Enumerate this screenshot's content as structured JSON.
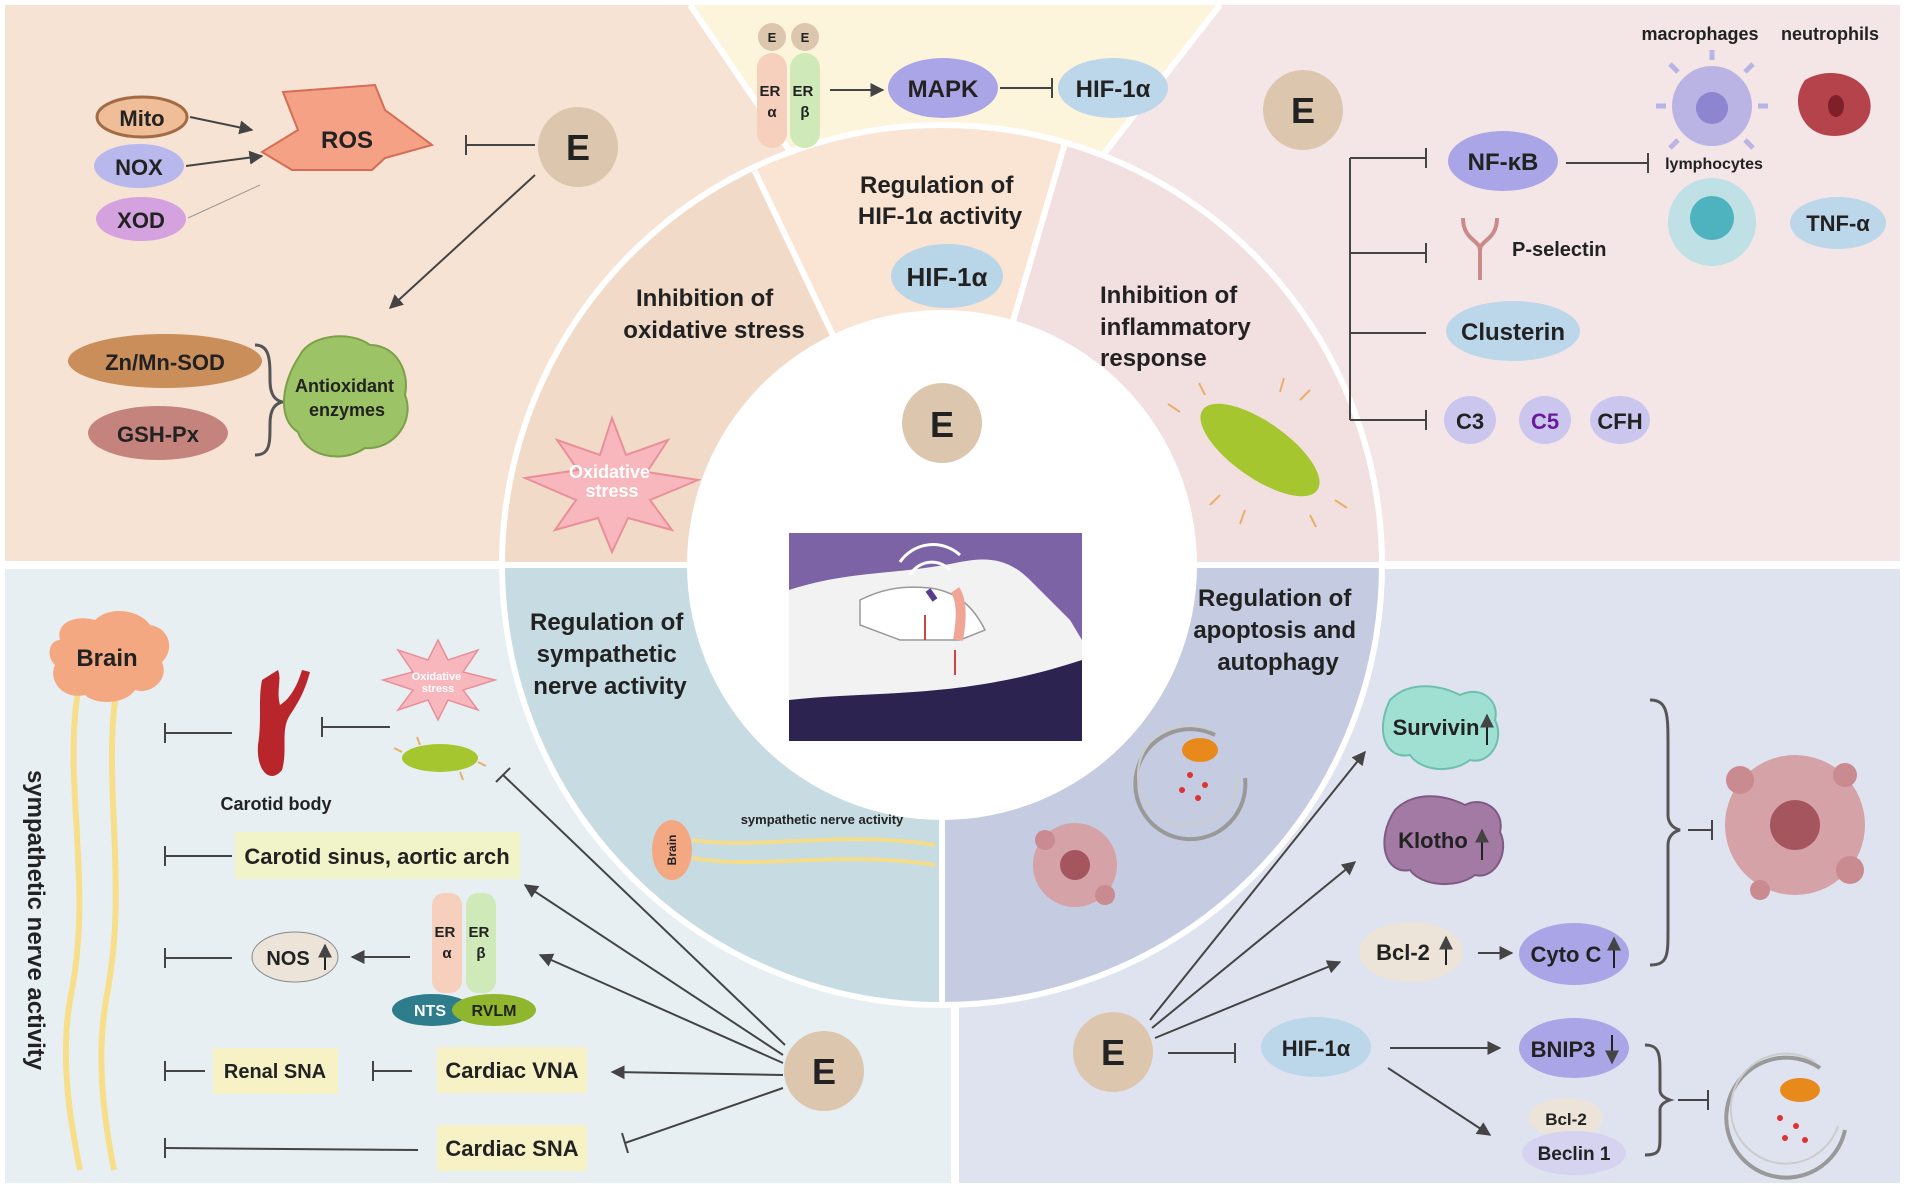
{
  "center": {
    "label": "E"
  },
  "sections": {
    "hif": {
      "title_line1": "Regulation of",
      "title_line2": "HIF-1α activity",
      "center_node": "HIF-1α"
    },
    "oxidative": {
      "title_line1": "Inhibition of",
      "title_line2": "oxidative stress",
      "burst_line1": "Oxidative",
      "burst_line2": "stress"
    },
    "inflammatory": {
      "title_line1": "Inhibition of",
      "title_line2": "inflammatory",
      "title_line3": "response"
    },
    "sympathetic": {
      "title_line1": "Regulation of",
      "title_line2": "sympathetic",
      "title_line3": "nerve activity",
      "brain_label": "Brain",
      "nerve_label": "sympathetic nerve activity"
    },
    "apoptosis": {
      "title_line1": "Regulation of",
      "title_line2": "apoptosis and",
      "title_line3": "autophagy"
    }
  },
  "top_left": {
    "e_label": "E",
    "mito": "Mito",
    "nox": "NOX",
    "xod": "XOD",
    "ros": "ROS",
    "zn_mn_sod": "Zn/Mn-SOD",
    "gsh_px": "GSH-Px",
    "antioxidant_line1": "Antioxidant",
    "antioxidant_line2": "enzymes"
  },
  "top_middle": {
    "e1": "E",
    "e2": "E",
    "er_alpha_line1": "ER",
    "er_alpha_line2": "α",
    "er_beta_line1": "ER",
    "er_beta_line2": "β",
    "mapk": "MAPK",
    "hif": "HIF-1α"
  },
  "top_right": {
    "e_label": "E",
    "macrophages": "macrophages",
    "neutrophils": "neutrophils",
    "lymphocytes": "lymphocytes",
    "nfkb": "NF-κB",
    "p_selectin": "P-selectin",
    "clusterin": "Clusterin",
    "tnf": "TNF-α",
    "c3": "C3",
    "c5": "C5",
    "cfh": "CFH"
  },
  "bottom_left": {
    "vertical_label": "sympathetic nerve activity",
    "brain": "Brain",
    "carotid_body": "Carotid body",
    "burst_line1": "Oxidative",
    "burst_line2": "stress",
    "carotid_sinus": "Carotid sinus, aortic arch",
    "nos": "NOS",
    "er_alpha_line1": "ER",
    "er_alpha_line2": "α",
    "er_beta_line1": "ER",
    "er_beta_line2": "β",
    "nts": "NTS",
    "rvlm": "RVLM",
    "renal_sna": "Renal SNA",
    "cardiac_vna": "Cardiac VNA",
    "cardiac_sna": "Cardiac SNA",
    "e_label": "E"
  },
  "bottom_right": {
    "survivin": "Survivin",
    "klotho": "Klotho",
    "bcl2": "Bcl-2",
    "cyto_c": "Cyto C",
    "e_label": "E",
    "hif": "HIF-1α",
    "bnip3": "BNIP3",
    "bcl2_small": "Bcl-2",
    "beclin": "Beclin 1"
  },
  "colors": {
    "top_left_bg": "#f6e3d4",
    "top_middle_bg": "#fdf4dc",
    "top_right_bg": "#f4e6e6",
    "bottom_left_bg": "#e7eff3",
    "bottom_right_bg": "#dfe3ef",
    "e_node": "#dcc7ae",
    "inner_center": "#ffffff"
  }
}
